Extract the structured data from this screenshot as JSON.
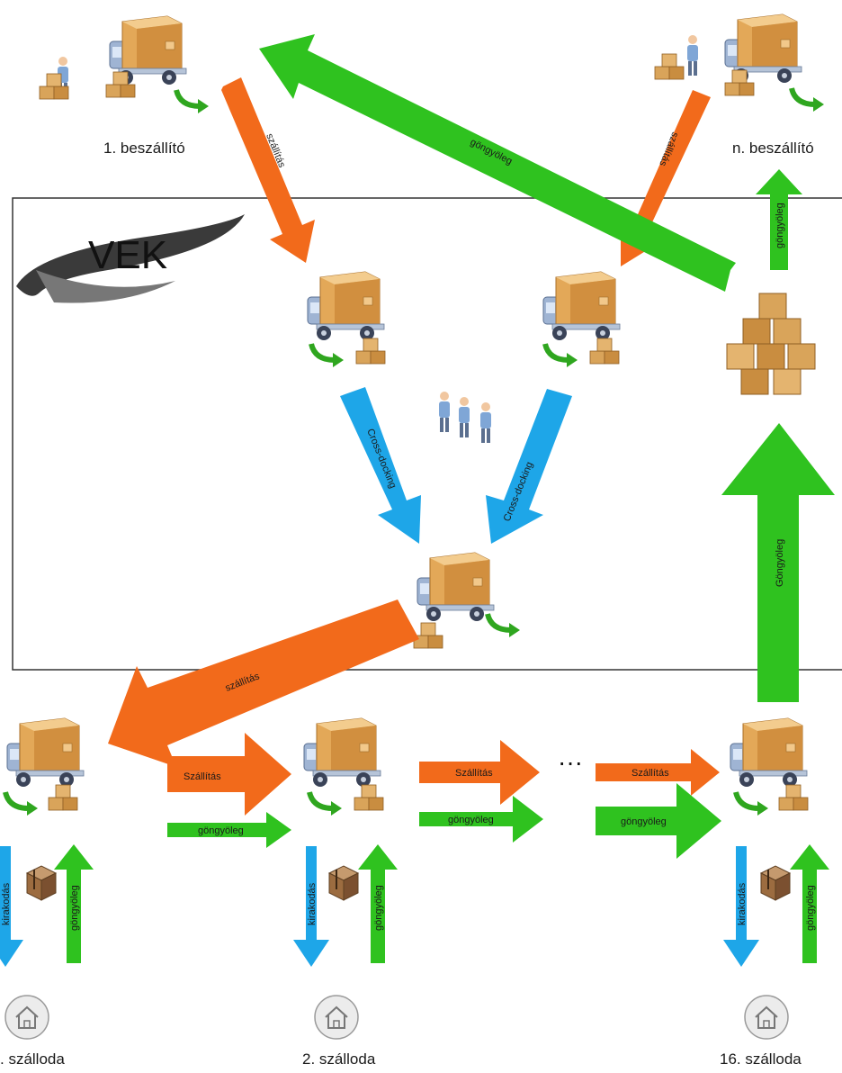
{
  "labels": {
    "vek": "VEK",
    "supplier_1": "1. beszállító",
    "supplier_n": "n. beszállító",
    "hotel_1": ". szálloda",
    "hotel_2": "2. szálloda",
    "hotel_16": "16. szálloda",
    "ellipsis": "···"
  },
  "arrows": {
    "szallitas_lower": "szállítás",
    "szallitas_upper_left": "szállítás",
    "szallitas_upper_right": "szállítás",
    "szallitas_big": "szállítás",
    "szallitas_cap": "Szállítás",
    "gongyoleg": "göngyöleg",
    "gongyoleg_cap": "Göngyöleg",
    "cross_docking": "Cross-docking",
    "kirakodas": "kirakodás"
  },
  "colors": {
    "orange": "#f26a1b",
    "green": "#2fc21f",
    "blue": "#1ea6e8",
    "box": "#d99a4c",
    "truck_cab": "#aebfd6"
  },
  "icons": [
    "truck-icon",
    "worker-icon",
    "boxes-icon",
    "house-icon",
    "package-icon",
    "stacked-boxes-icon"
  ]
}
